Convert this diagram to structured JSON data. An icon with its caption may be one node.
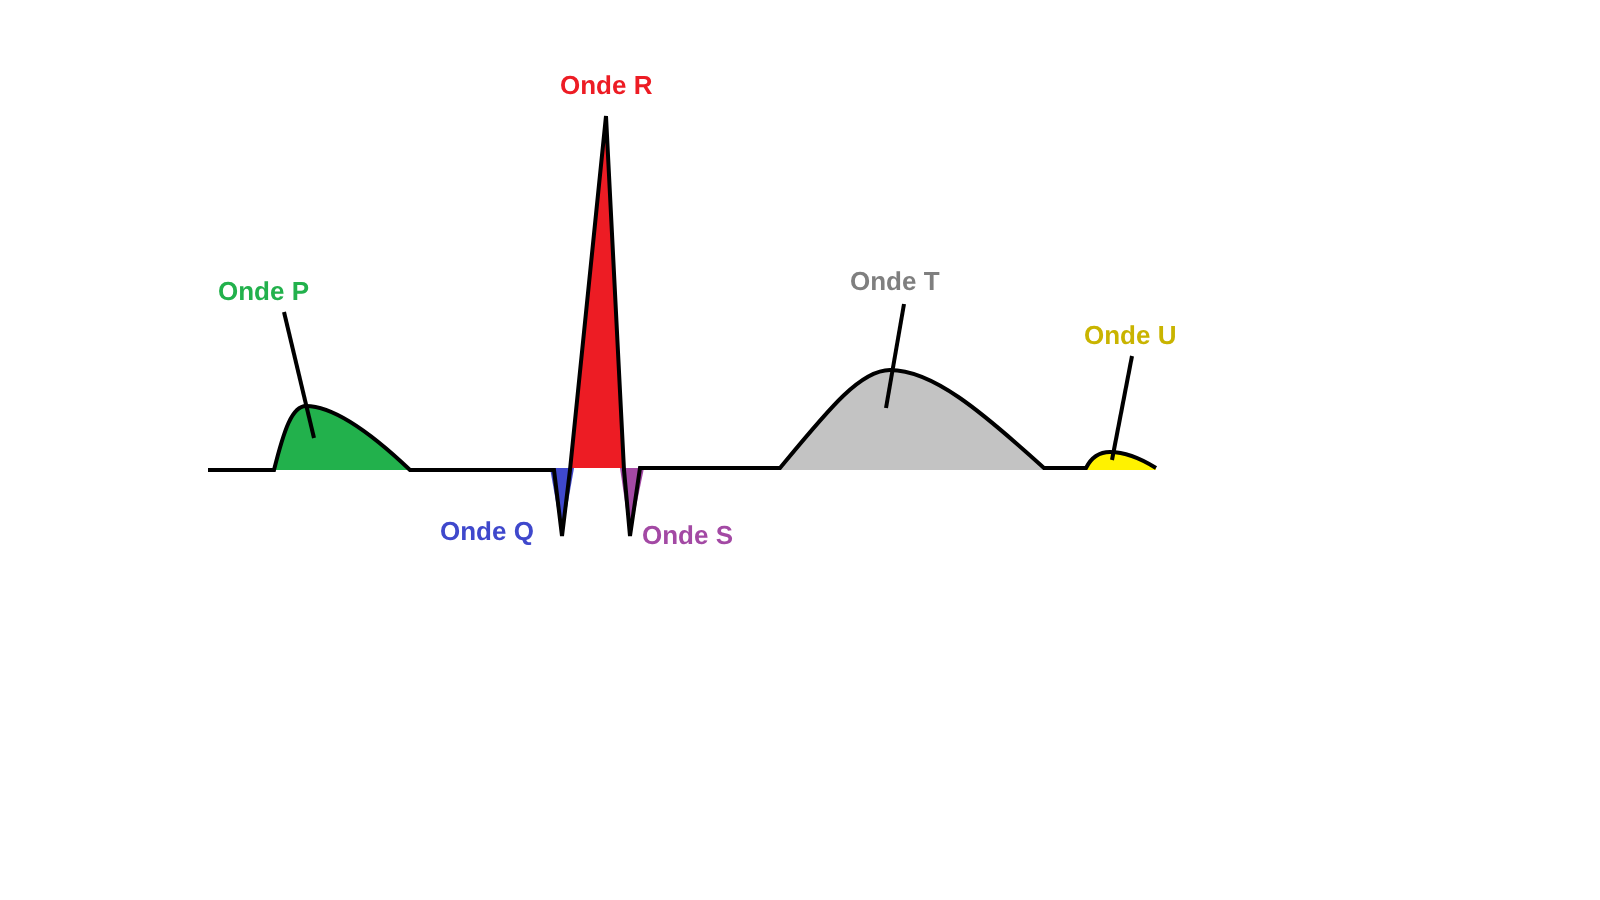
{
  "diagram": {
    "nodes": [
      {
        "text": [
          "Onde P"
        ]
      },
      {
        "text": [],
        "shape": "picture"
      },
      {
        "text": [
          "Onde T"
        ]
      },
      {
        "text": [],
        "shape": "picture"
      },
      {
        "text": [
          "Onde U"
        ]
      },
      {
        "text": [],
        "shape": "picture"
      }
    ],
    "edges": [
      {
        "from": 0,
        "to": 1,
        "arrow": "none"
      },
      {
        "from": 2,
        "to": 3,
        "arrow": "none"
      },
      {
        "from": 4,
        "to": 5,
        "arrow": "none"
      }
    ],
    "labels": [
      "Onde R",
      "Onde Q",
      "Onde S"
    ]
  }
}
